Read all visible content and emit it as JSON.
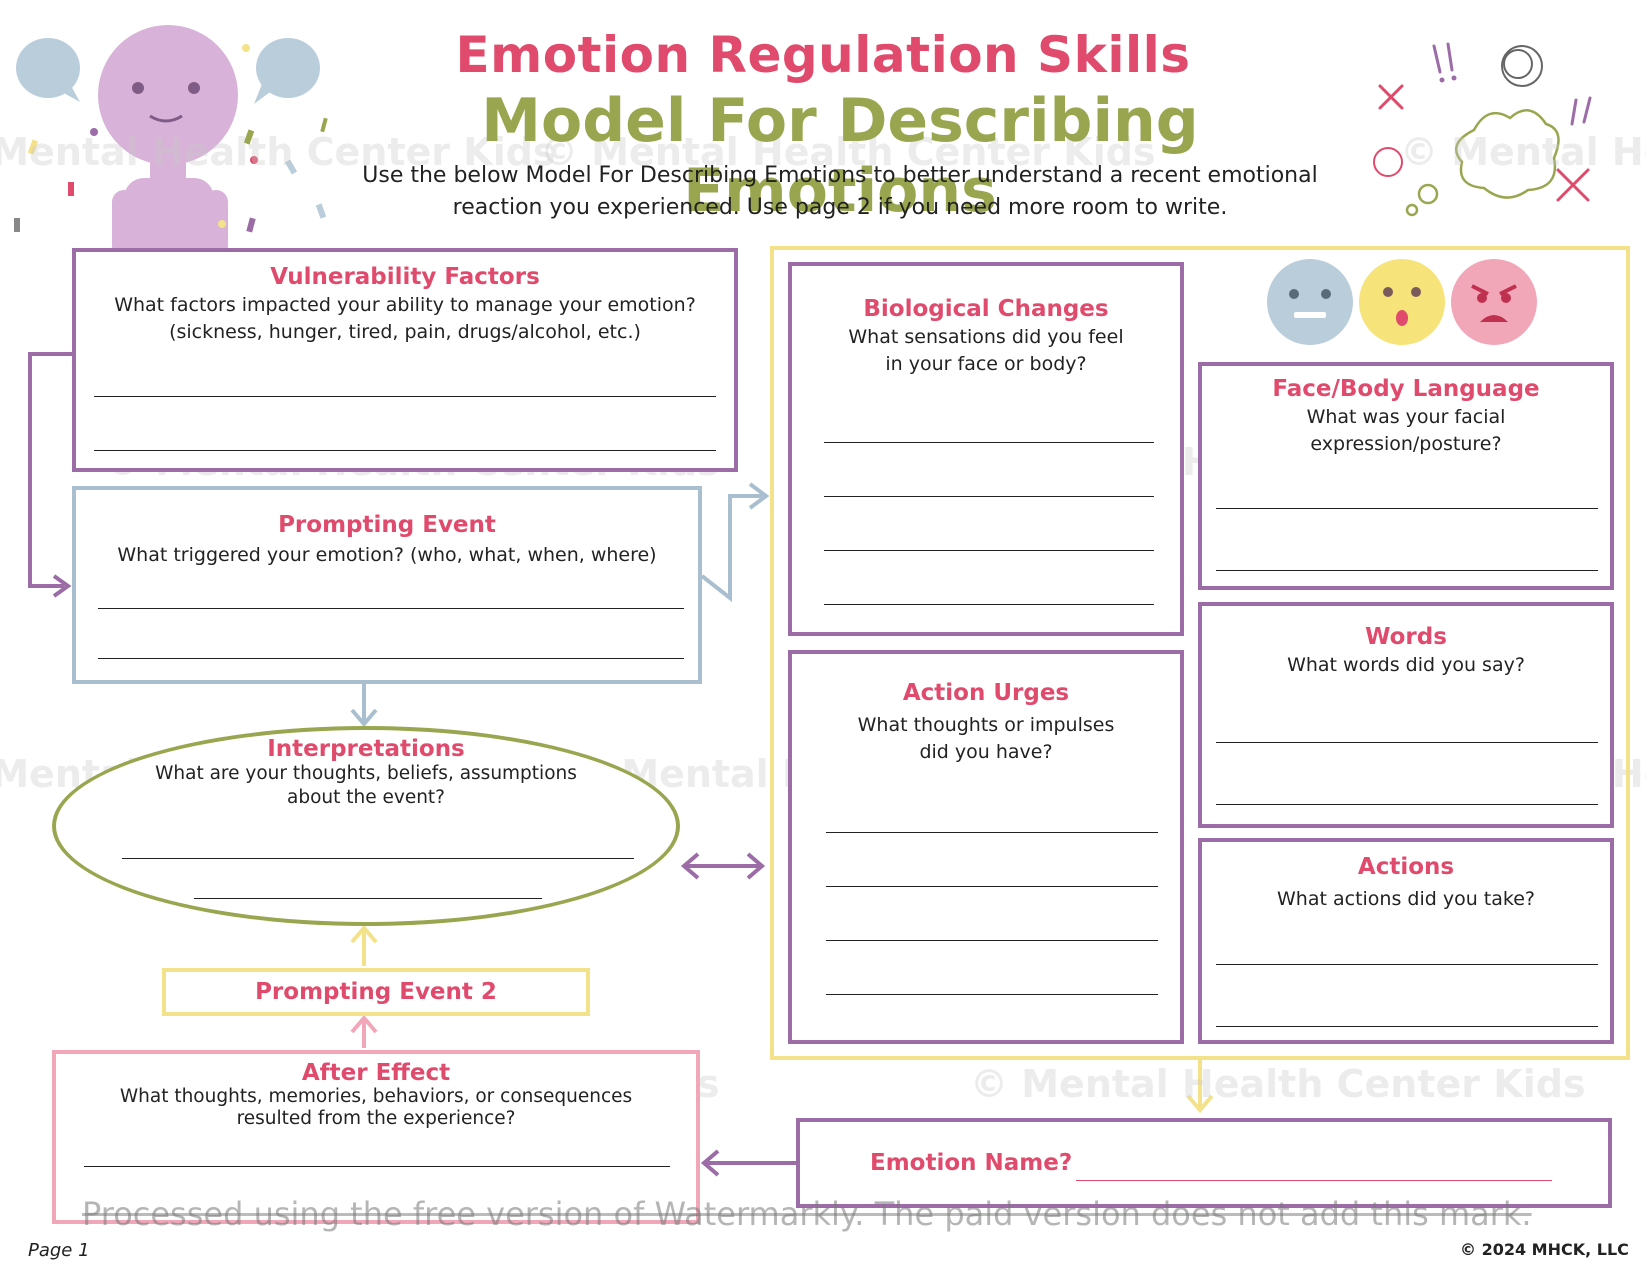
{
  "header": {
    "title": "Emotion Regulation Skills",
    "subtitle": "Model For Describing Emotions",
    "intro_line1": "Use the below Model For Describing Emotions to better understand a recent emotional",
    "intro_line2": "reaction you experienced. Use page 2 if you need more room to write."
  },
  "sections": {
    "vulnerability": {
      "title": "Vulnerability Factors",
      "q1": "What factors impacted your ability to manage your emotion?",
      "q2": "(sickness, hunger, tired, pain, drugs/alcohol, etc.)"
    },
    "prompting": {
      "title": "Prompting Event",
      "q1": "What triggered your emotion? (who, what, when, where)"
    },
    "interpretations": {
      "title": "Interpretations",
      "q1": "What are your thoughts, beliefs, assumptions",
      "q2": "about the event?"
    },
    "prompting2": {
      "title": "Prompting Event 2"
    },
    "after_effect": {
      "title": "After Effect",
      "q1": "What thoughts, memories, behaviors, or consequences",
      "q2": "resulted from the experience?"
    },
    "biological": {
      "title": "Biological Changes",
      "q1": "What sensations did you feel",
      "q2": "in your face or body?"
    },
    "action_urges": {
      "title": "Action Urges",
      "q1": "What thoughts or impulses",
      "q2": "did you have?"
    },
    "face_body": {
      "title": "Face/Body Language",
      "q1": "What was your facial",
      "q2": "expression/posture?"
    },
    "words": {
      "title": "Words",
      "q1": "What words did you say?"
    },
    "actions": {
      "title": "Actions",
      "q1": "What actions did you take?"
    },
    "emotion_name": {
      "label": "Emotion Name?"
    }
  },
  "watermarks": {
    "brand": "© Mental Health Center Kids",
    "processed": "Processed using the free version of Watermarkly. The paid version does not add this mark."
  },
  "footer": {
    "page": "Page 1",
    "copyright": "© 2024 MHCK, LLC"
  },
  "colors": {
    "pink": "#e04a6c",
    "olive": "#9aa64f",
    "purple": "#9b6ca6",
    "blue_grey": "#a9bfcf",
    "yellow": "#f4e28a",
    "light_pink": "#f2a7b8"
  }
}
